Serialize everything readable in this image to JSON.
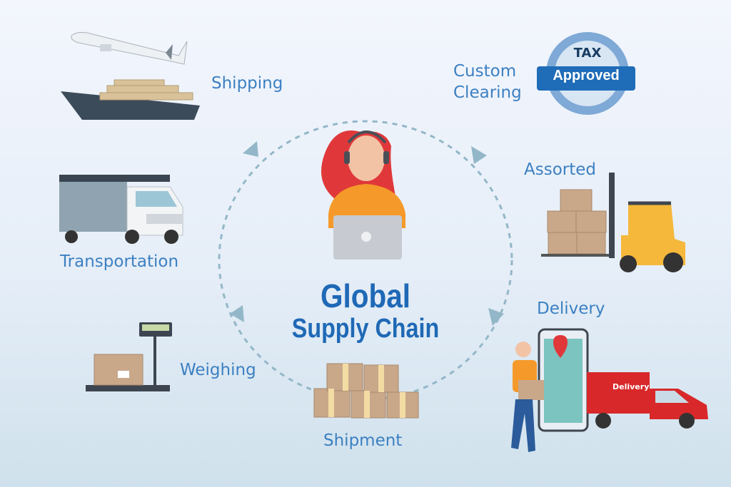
{
  "title": {
    "line1": "Global",
    "line2": "Supply Chain"
  },
  "steps": [
    {
      "label": "Shipping",
      "icon": "airplane-ship-icon"
    },
    {
      "label": "Custom\nClearing",
      "icon": "tax-approved-stamp-icon"
    },
    {
      "label": "Assorted",
      "icon": "forklift-icon"
    },
    {
      "label": "Delivery",
      "icon": "delivery-truck-icon"
    },
    {
      "label": "Shipment",
      "icon": "boxes-icon"
    },
    {
      "label": "Weighing",
      "icon": "scale-icon"
    },
    {
      "label": "Transportation",
      "icon": "truck-icon"
    }
  ],
  "stamp": {
    "top": "TAX",
    "bottom": "Approved"
  },
  "van_text": "Delivery",
  "colors": {
    "label": "#3c80c2",
    "title": "#1f69b6",
    "orange": "#f59a2a",
    "red": "#d8282a",
    "hair": "#e0383a"
  }
}
